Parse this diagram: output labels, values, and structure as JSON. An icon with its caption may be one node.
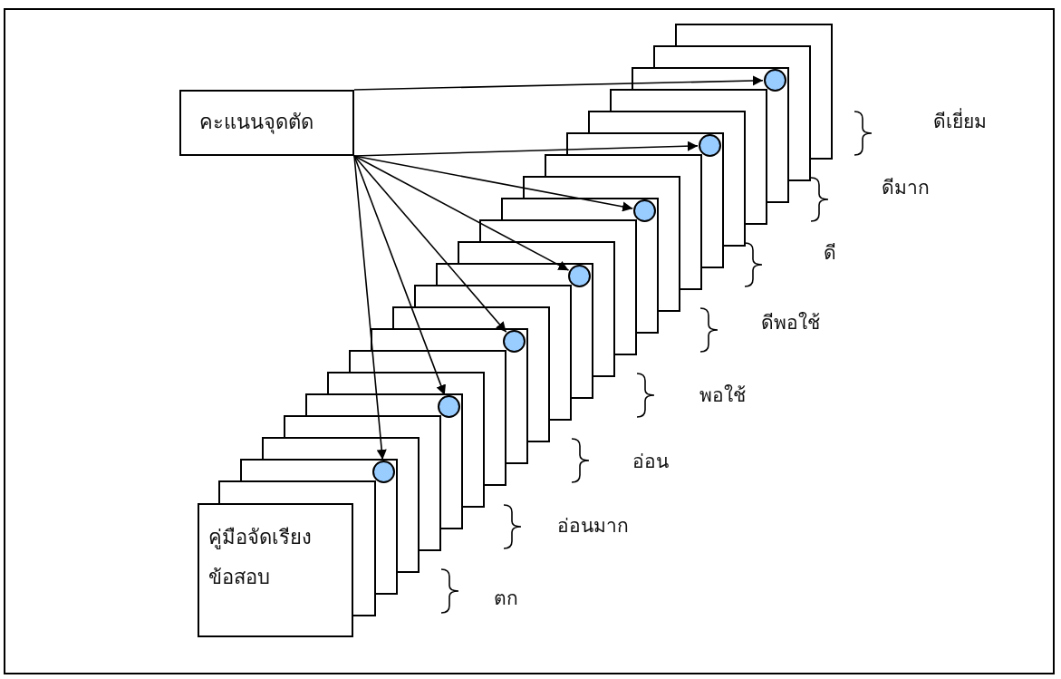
{
  "diagram": {
    "nodes": [
      {
        "text": [
          "คะแนนจุดตัด"
        ]
      },
      {
        "text": [
          "คู่มือจัดเรียงข้อสอบ"
        ]
      },
      {
        "text": [],
        "shape": "circle"
      },
      {
        "text": [],
        "shape": "circle"
      },
      {
        "text": [],
        "shape": "circle"
      },
      {
        "text": [],
        "shape": "circle"
      },
      {
        "text": [],
        "shape": "circle"
      },
      {
        "text": [],
        "shape": "circle"
      },
      {
        "text": [],
        "shape": "circle"
      }
    ],
    "edges": [
      {
        "from": 0,
        "to": 8,
        "arrow": "to"
      },
      {
        "from": 0,
        "to": 7,
        "arrow": "to"
      },
      {
        "from": 0,
        "to": 6,
        "arrow": "to"
      },
      {
        "from": 0,
        "to": 5,
        "arrow": "to"
      },
      {
        "from": 0,
        "to": 4,
        "arrow": "to"
      },
      {
        "from": 0,
        "to": 3,
        "arrow": "to"
      },
      {
        "from": 0,
        "to": 2,
        "arrow": "to"
      }
    ],
    "labels": [
      "ดีเยี่ยม",
      "ดีมาก",
      "ดี",
      "ดีพอใช้",
      "พอใช้",
      "อ่อน",
      "อ่อนมาก",
      "ตก"
    ]
  }
}
